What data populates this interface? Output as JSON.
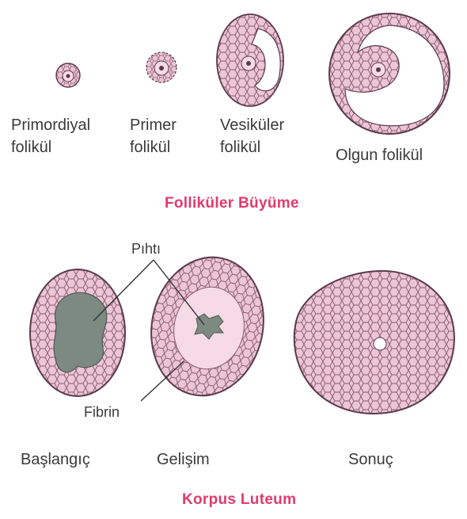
{
  "follicles": {
    "primordial": {
      "line1": "Primordiyal",
      "line2": "folikül"
    },
    "primary": {
      "line1": "Primer",
      "line2": "folikül"
    },
    "vesicular": {
      "line1": "Vesiküler",
      "line2": "folikül"
    },
    "mature": {
      "label": "Olgun folikül"
    },
    "title": "Folliküler Büyüme"
  },
  "corpus": {
    "clot_label": "Pıhtı",
    "fibrin_label": "Fibrin",
    "stages": [
      "Başlangıç",
      "Gelişim",
      "Sonuç"
    ],
    "title": "Korpus Luteum"
  },
  "colors": {
    "outline": "#5b3a4a",
    "tissue": "#e8bfd0",
    "tissue_light": "#f6dbe6",
    "clot": "#7d8a82",
    "title": "#e23a6d"
  }
}
